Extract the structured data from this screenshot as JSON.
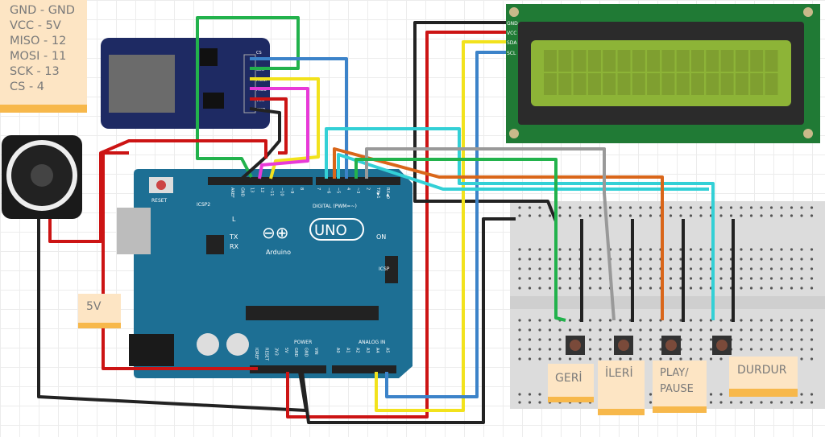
{
  "pin_note": {
    "lines": "GND - GND\nVCC - 5V\nMISO - 12\nMOSI - 11\nSCK - 13\nCS - 4"
  },
  "power_note": {
    "text": "5V"
  },
  "button_notes": [
    {
      "text": "GERİ"
    },
    {
      "text": "İLERİ"
    },
    {
      "text": "PLAY/\nPAUSE"
    },
    {
      "text": "DURDUR"
    }
  ],
  "sd_module": {
    "pins": [
      "CS",
      "SCK",
      "MOSI",
      "MISO",
      "VCC",
      "GND"
    ]
  },
  "lcd": {
    "pins": [
      "GND",
      "VCC",
      "SDA",
      "SCL"
    ]
  },
  "arduino": {
    "logo": "UNO",
    "brand": "Arduino",
    "reset_label": "RESET",
    "icsp2_label": "ICSP2",
    "icsp_label": "ICSP",
    "digital_label": "DIGITAL (PWM=~)",
    "power_label": "POWER",
    "analog_label": "ANALOG IN",
    "led_labels": [
      "L",
      "TX",
      "RX",
      "ON"
    ],
    "digital_pins": [
      "AREF",
      "GND",
      "13",
      "12",
      "~11",
      "~10",
      "~9",
      "8",
      "7",
      "~6",
      "~5",
      "4",
      "~3",
      "2",
      "TX▶1",
      "RX◀0"
    ],
    "power_pins": [
      "IOREF",
      "RESET",
      "3V3",
      "5V",
      "GND",
      "GND",
      "VIN"
    ],
    "analog_pins": [
      "A0",
      "A1",
      "A2",
      "A3",
      "A4",
      "A5"
    ]
  },
  "colors": {
    "arduino": "#1d6f94",
    "sd_board": "#1e2a63",
    "lcd_board": "#207a35",
    "lcd_screen": "#8db437",
    "note": "#fde5c4",
    "note_strip": "#f7b84b"
  }
}
